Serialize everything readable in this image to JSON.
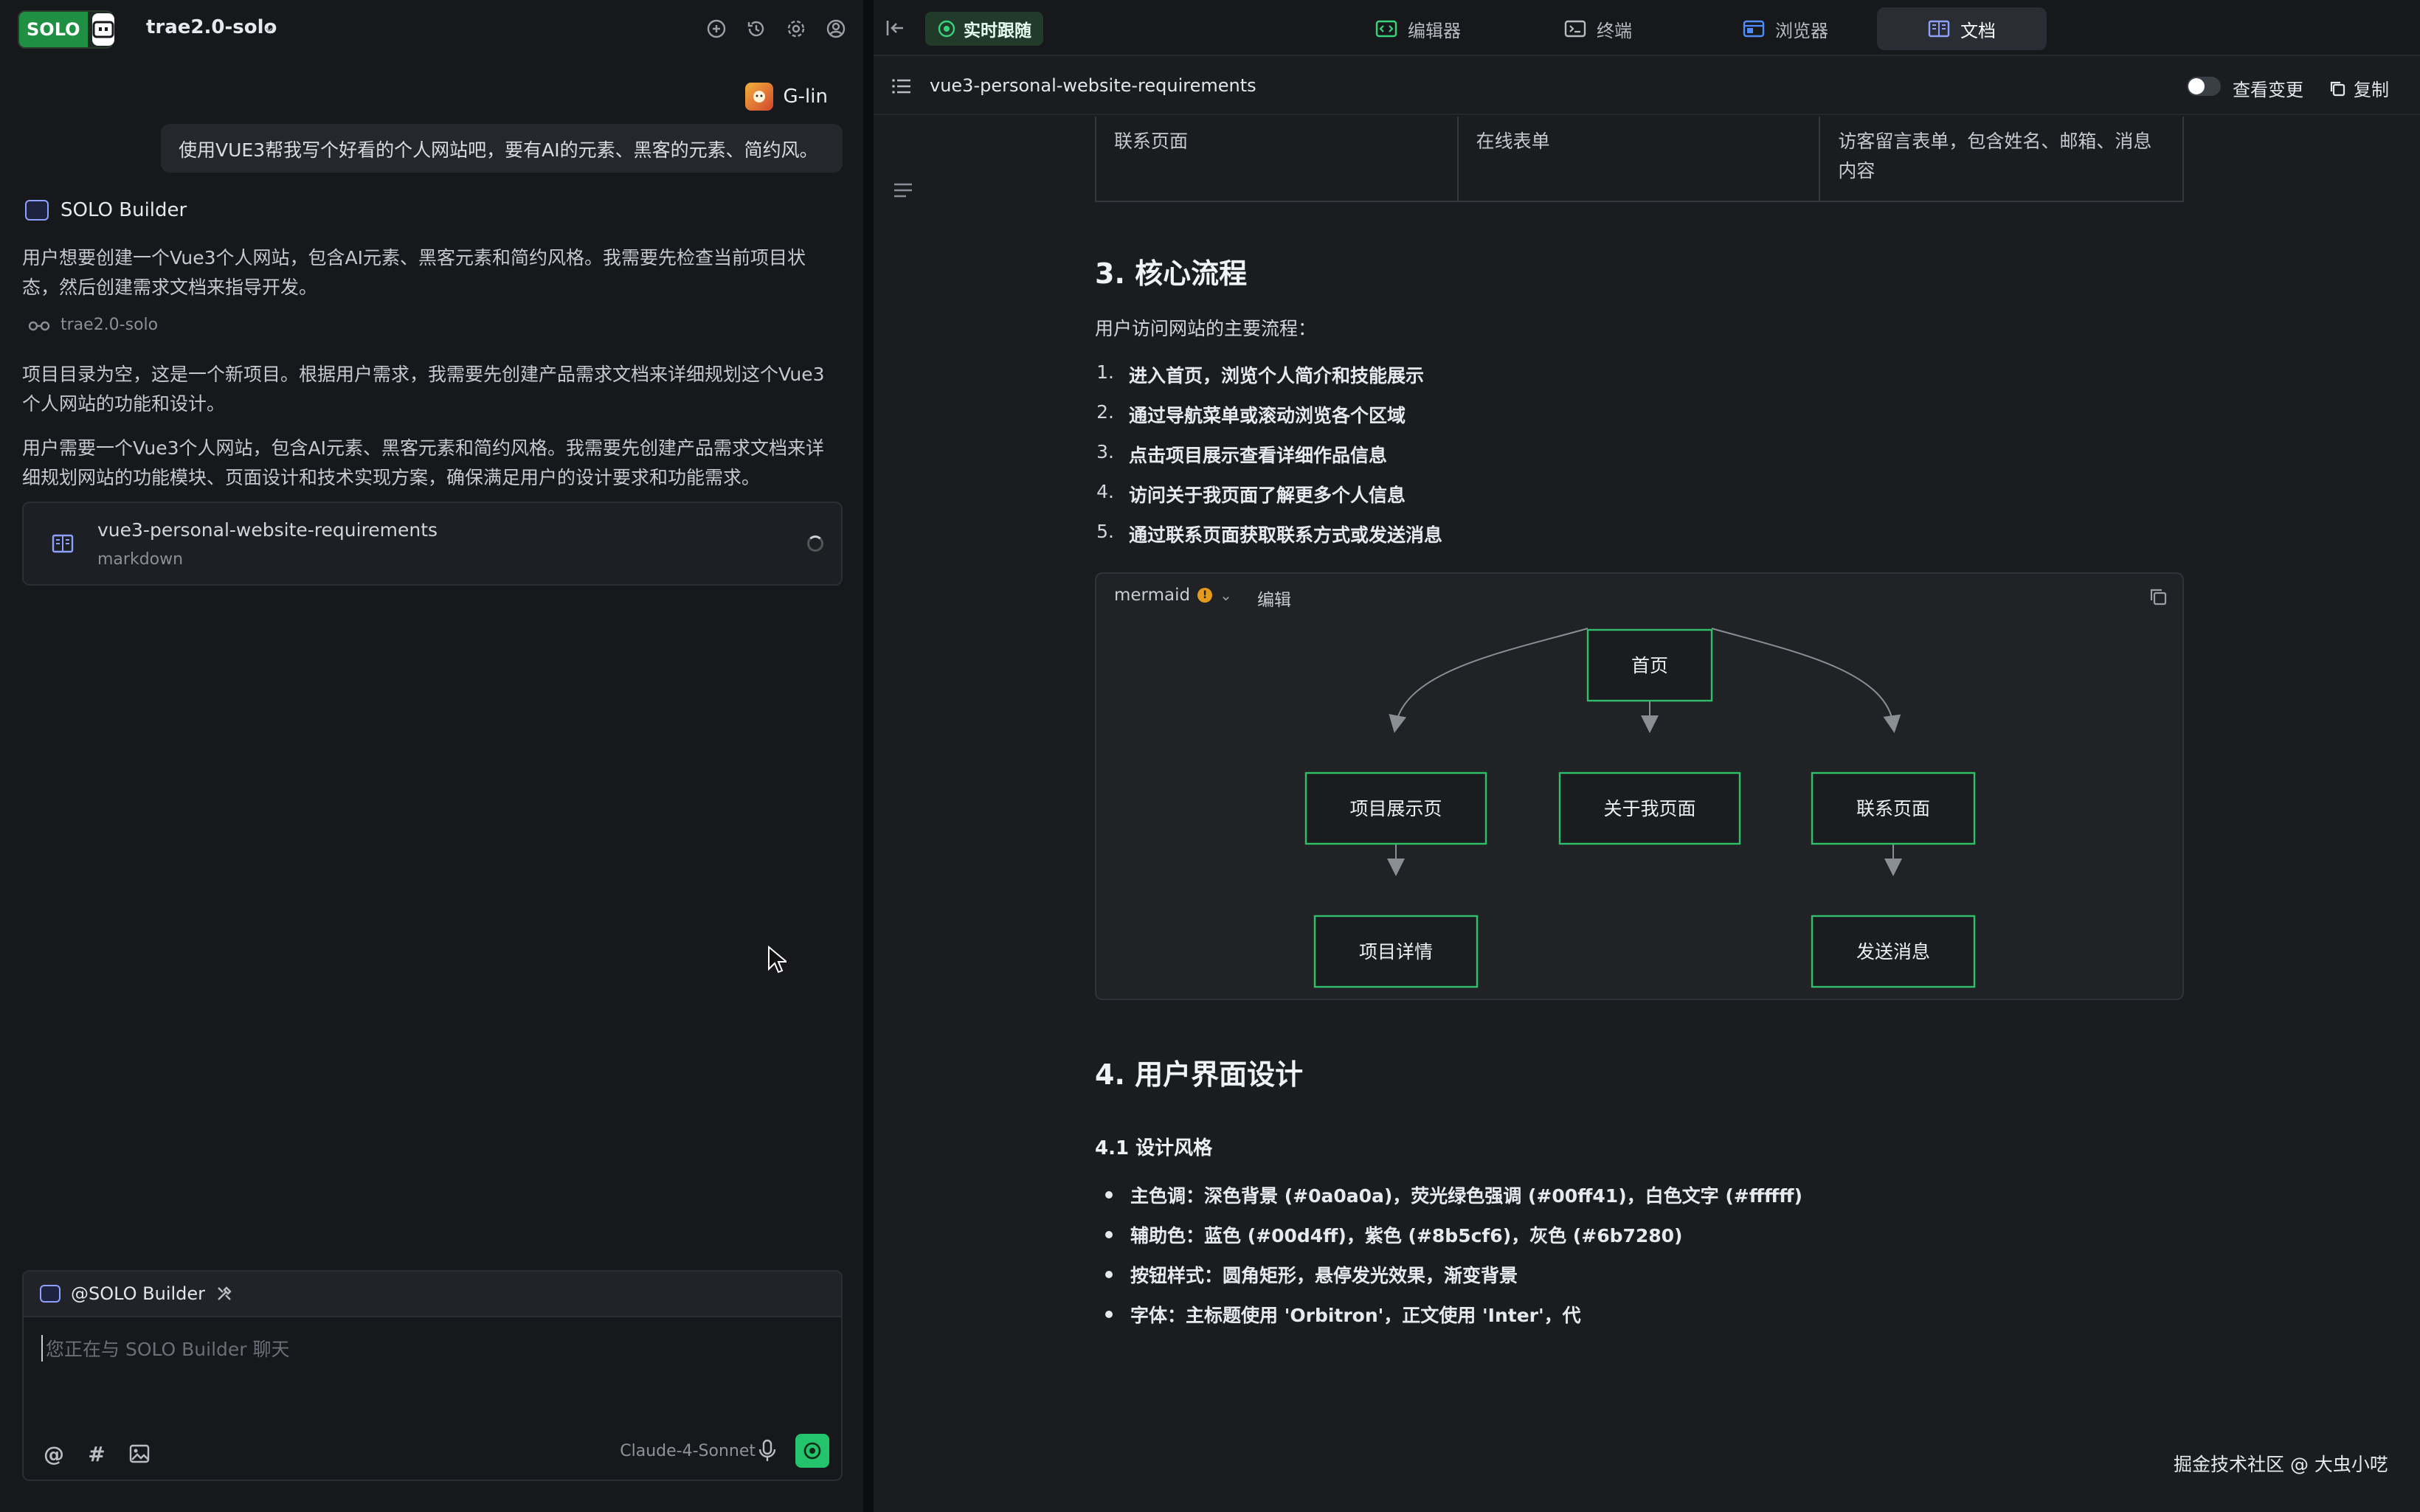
{
  "left": {
    "logo_text": "SOLO",
    "project_name": "trae2.0-solo",
    "user_name": "G-lin",
    "user_message": "使用VUE3帮我写个好看的个人网站吧，要有AI的元素、黑客的元素、简约风。",
    "builder_name": "SOLO Builder",
    "para1": "用户想要创建一个Vue3个人网站，包含AI元素、黑客元素和简约风格。我需要先检查当前项目状态，然后创建需求文档来指导开发。",
    "context_label": "trae2.0-solo",
    "para2": "项目目录为空，这是一个新项目。根据用户需求，我需要先创建产品需求文档来详细规划这个Vue3个人网站的功能和设计。",
    "para3": "用户需要一个Vue3个人网站，包含AI元素、黑客元素和简约风格。我需要先创建产品需求文档来详细规划网站的功能模块、页面设计和技术实现方案，确保满足用户的设计要求和功能需求。",
    "doc_card": {
      "title": "vue3-personal-website-requirements",
      "subtitle": "markdown"
    },
    "composer": {
      "agent_tag": "@SOLO Builder",
      "placeholder": "您正在与 SOLO Builder 聊天",
      "model": "Claude-4-Sonnet",
      "tool_at": "@",
      "tool_hash": "#"
    }
  },
  "right": {
    "live_label": "实时跟随",
    "tabs": [
      {
        "label": "编辑器",
        "icon": "code-icon"
      },
      {
        "label": "终端",
        "icon": "terminal-icon"
      },
      {
        "label": "浏览器",
        "icon": "browser-icon"
      },
      {
        "label": "文档",
        "icon": "document-icon",
        "active": true
      }
    ],
    "doc_name": "vue3-personal-website-requirements",
    "view_changes": "查看变更",
    "copy": "复制",
    "table_row": [
      "联系页面",
      "在线表单",
      "访客留言表单，包含姓名、邮箱、消息内容"
    ],
    "section3_title": "3. 核心流程",
    "section3_intro": "用户访问网站的主要流程：",
    "steps": [
      "进入首页，浏览个人简介和技能展示",
      "通过导航菜单或滚动浏览各个区域",
      "点击项目展示查看详细作品信息",
      "访问关于我页面了解更多个人信息",
      "通过联系页面获取联系方式或发送消息"
    ],
    "mermaid": {
      "lang": "mermaid",
      "edit": "编辑",
      "nodes": {
        "home": "首页",
        "projects": "项目展示页",
        "about": "关于我页面",
        "contact": "联系页面",
        "detail": "项目详情",
        "send": "发送消息"
      }
    },
    "section4_title": "4. 用户界面设计",
    "section41_title": "4.1 设计风格",
    "style_items": [
      "主色调：深色背景 (#0a0a0a)，荧光绿色强调 (#00ff41)，白色文字 (#ffffff)",
      "辅助色：蓝色 (#00d4ff)，紫色 (#8b5cf6)，灰色 (#6b7280)",
      "按钮样式：圆角矩形，悬停发光效果，渐变背景",
      "字体：主标题使用 'Orbitron'，正文使用 'Inter'，代"
    ]
  },
  "watermark": "掘金技术社区 @ 大虫小呓",
  "colors": {
    "accent_green": "#23c46b",
    "node_border": "#2fbf6a",
    "panel_bg": "#16181c"
  }
}
